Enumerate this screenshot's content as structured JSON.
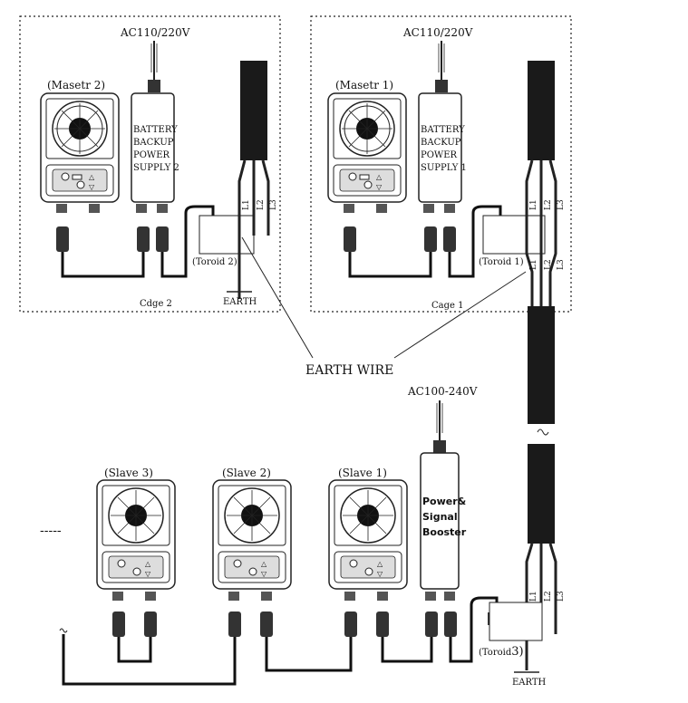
{
  "power": {
    "master2_input": "AC110/220V",
    "master1_input": "AC110/220V",
    "booster_input": "AC100-240V"
  },
  "units": {
    "master2": "(Masetr 2)",
    "master1": "(Masetr 1)",
    "slave3": "(Slave 3)",
    "slave2": "(Slave 2)",
    "slave1": "(Slave 1)"
  },
  "battery2": [
    "BATTERY",
    "BACKUP",
    "POWER",
    "SUPPLY 2"
  ],
  "battery1": [
    "BATTERY",
    "BACKUP",
    "POWER",
    "SUPPLY 1"
  ],
  "booster": [
    "Power&",
    "Signal",
    "Booster"
  ],
  "toroids": {
    "t2": "(Toroid 2)",
    "t1": "(Toroid 1)",
    "t3_text": "(Toroid",
    "t3_num": "3)"
  },
  "cages": {
    "cage2": "Cdge 2",
    "cage1": "Cage 1"
  },
  "earth": {
    "label": "EARTH",
    "wire": "EARTH WIRE"
  },
  "phases": [
    "L1",
    "L2",
    "L3"
  ],
  "misc": {
    "continuation": "-----"
  }
}
